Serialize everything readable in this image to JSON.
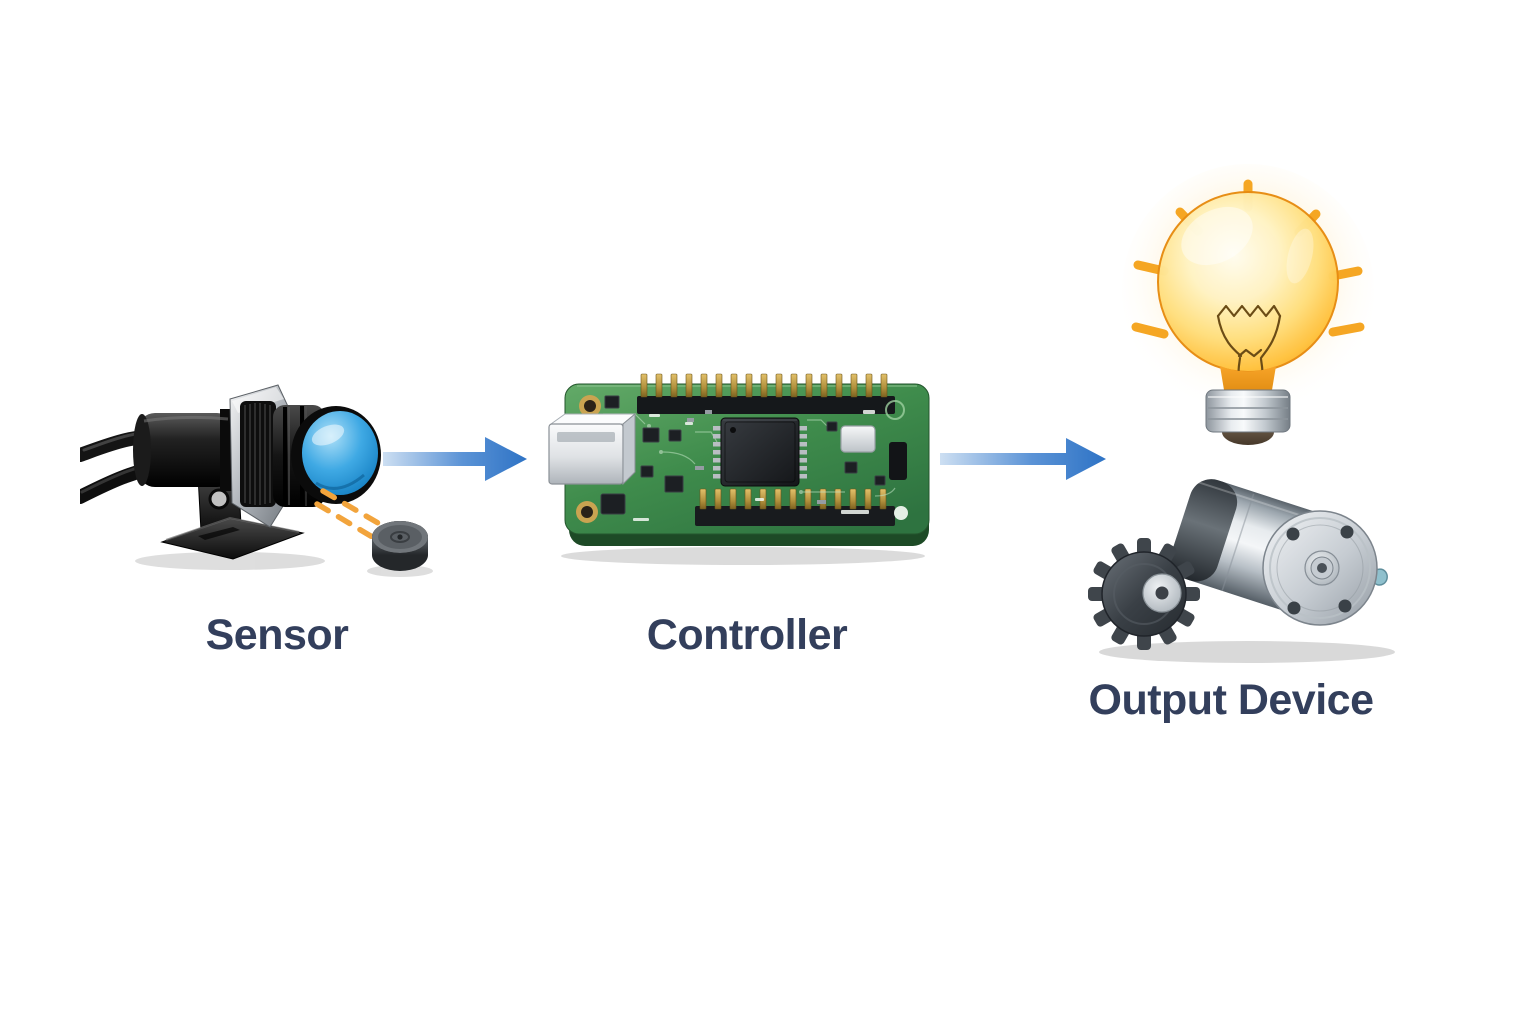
{
  "diagram": {
    "type": "flow",
    "flow_direction": "left-to-right",
    "nodes": [
      {
        "id": "sensor",
        "label": "Sensor",
        "icon": "photoelectric-sensor-icon",
        "depicts": "black cylindrical photoelectric sensor with blue lens on a mounting bracket, two cables, orange dashed light beam aimed at a small metal disc target"
      },
      {
        "id": "controller",
        "label": "Controller",
        "icon": "microcontroller-board-icon",
        "depicts": "green microcontroller PCB with central black chip, gold pin headers top and bottom, USB connector on the left"
      },
      {
        "id": "output-device",
        "label": "Output Device",
        "icons": [
          "light-bulb-icon",
          "electric-motor-icon"
        ],
        "depicts": "glowing yellow light bulb with orange rays above a silver gear motor with teal-tipped shaft"
      }
    ],
    "connectors": [
      {
        "from": "sensor",
        "to": "controller",
        "type": "arrow-right"
      },
      {
        "from": "controller",
        "to": "output-device",
        "type": "arrow-right"
      }
    ]
  },
  "colors": {
    "background": "#ffffff",
    "label_text": "#333f5c",
    "arrow_blue": "#2e73c5",
    "arrow_blue_light": "#cddff2",
    "beam_orange": "#f2a43c",
    "sensor_lens_blue": "#3fa9e4",
    "pcb_green": "#3f8c4c",
    "pin_gold": "#caa451",
    "bulb_yellow": "#ffc843",
    "bulb_ray_orange": "#f5a623",
    "metal_silver": "#c6ccd2",
    "gear_gray": "#3f454b",
    "shaft_tip_teal": "#8fc0cd"
  }
}
